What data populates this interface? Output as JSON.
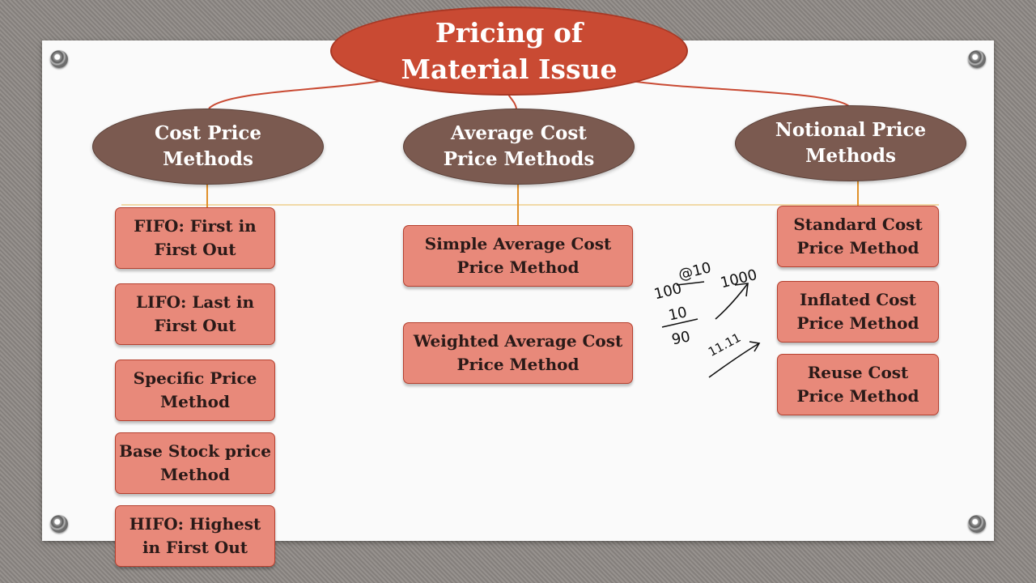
{
  "title": "Pricing of\nMaterial Issue",
  "categories": [
    {
      "label": "Cost Price\nMethods",
      "methods": [
        "FIFO: First in\nFirst Out",
        "LIFO: Last in\nFirst Out",
        "Specific Price\nMethod",
        "Base Stock price\nMethod",
        "HIFO: Highest\nin First Out"
      ]
    },
    {
      "label": "Average Cost\nPrice Methods",
      "methods": [
        "Simple Average Cost\nPrice Method",
        "Weighted Average Cost\nPrice Method"
      ]
    },
    {
      "label": "Notional Price\nMethods",
      "methods": [
        "Standard Cost\nPrice Method",
        "Inflated Cost\nPrice Method",
        "Reuse Cost\nPrice Method"
      ]
    }
  ],
  "annotations": {
    "a": "100",
    "b": "@10",
    "c": "1000",
    "d": "10",
    "e": "90",
    "f": "11.11"
  },
  "colors": {
    "title_fill": "#c94a33",
    "category_fill": "#7b5a50",
    "method_fill": "#e8897a",
    "connector": "#c94a33",
    "branch": "#e0902a"
  }
}
